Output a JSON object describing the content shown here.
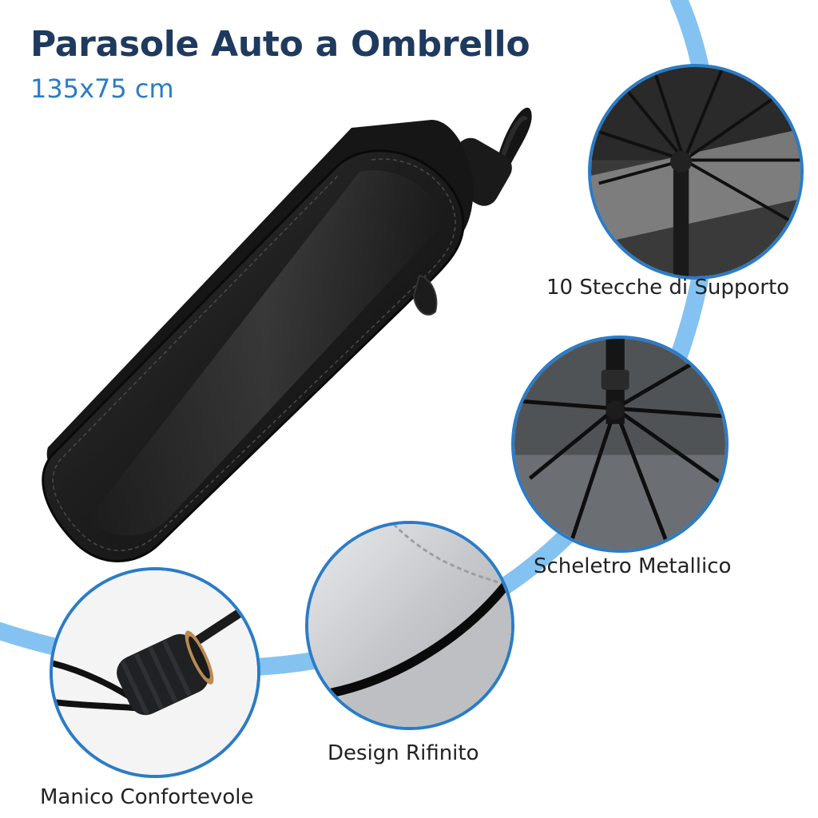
{
  "header": {
    "title": "Parasole Auto a Ombrello",
    "subtitle": "135x75 cm"
  },
  "features": [
    {
      "label": "10 Stecche di Supporto",
      "icon": "umbrella-ribs-closeup"
    },
    {
      "label": "Scheletro Metallico",
      "icon": "metal-frame-closeup"
    },
    {
      "label": "Design Rifinito",
      "icon": "silver-fabric-edge-closeup"
    },
    {
      "label": "Manico Confortevole",
      "icon": "handle-closeup"
    }
  ],
  "colors": {
    "title": "#1f3a5f",
    "subtitle": "#2a7cc7",
    "accent_arc": "#6fb8ef",
    "circle_border": "#2a7cc7",
    "label": "#222222"
  }
}
